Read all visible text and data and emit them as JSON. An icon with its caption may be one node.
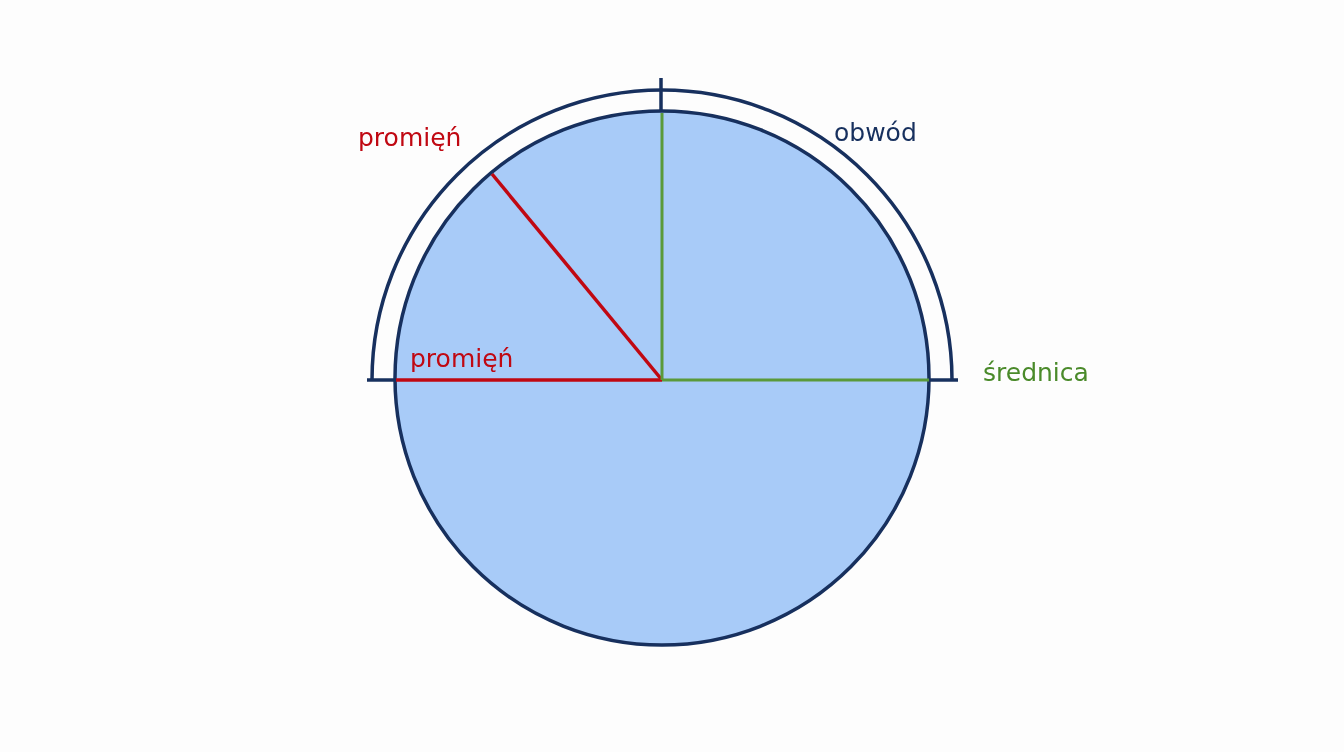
{
  "diagram": {
    "labels": [
      "promięń",
      "obwód",
      "promięń",
      "średnica"
    ]
  }
}
